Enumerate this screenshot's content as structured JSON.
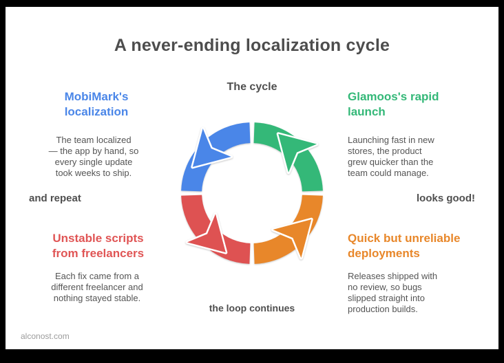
{
  "frame": {
    "border_color": "#000000",
    "background": "#ffffff"
  },
  "title": "A never-ending localization cycle",
  "cycle": {
    "top_label": "The cycle",
    "left_label": "and repeat",
    "right_label": "looks good!",
    "bottom_label": "the loop continues",
    "colors": {
      "blue": "#4A86E8",
      "green": "#34B878",
      "orange": "#E8872A",
      "red": "#DE5252"
    }
  },
  "sections": {
    "top_left": {
      "heading": "MobiMark's\nlocalization",
      "body": "The team localized\n— the app by hand, so\nevery single update\ntook weeks to ship.",
      "color": "#4A86E8"
    },
    "top_right": {
      "heading": "Glamoos's rapid\nlaunch",
      "body": "Launching fast in new\nstores, the product\ngrew quicker than the\nteam could manage.",
      "color": "#34B878"
    },
    "bottom_left": {
      "heading": "Unstable scripts\nfrom freelancers",
      "body": "Each fix came from a\ndifferent freelancer and\nnothing stayed stable.",
      "color": "#E05555"
    },
    "bottom_right": {
      "heading": "Quick but unreliable\ndeployments",
      "body": "Releases shipped with\nno review, so bugs\nslipped straight into\nproduction builds.",
      "color": "#E8872A"
    }
  },
  "footer": "alconost.com"
}
